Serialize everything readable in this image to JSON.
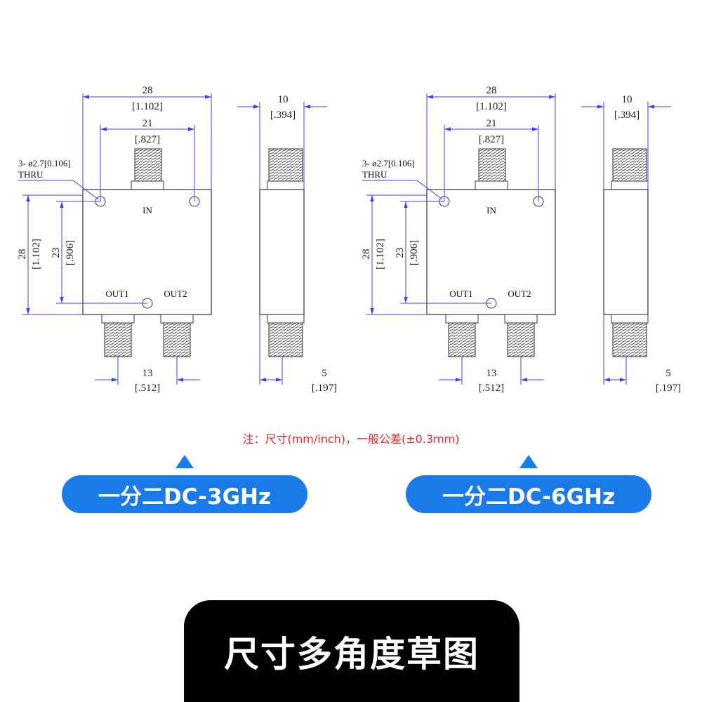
{
  "dims": {
    "width_mm": "28",
    "width_in": "[1.102]",
    "spacing_mm": "21",
    "spacing_in": "[.827]",
    "height_mm": "28",
    "height_in": "[1.102]",
    "hole_span_mm": "23",
    "hole_span_in": "[.906]",
    "out_span_mm": "13",
    "out_span_in": "[.512]",
    "depth_mm": "10",
    "depth_in": "[.394]",
    "offset_mm": "5",
    "offset_in": "[.197]",
    "hole_note_1": "3- ø2.7[0.106]",
    "hole_note_2": "THRU",
    "port_in": "IN",
    "port_out1": "OUT1",
    "port_out2": "OUT2"
  },
  "note": "注：尺寸(mm/inch)，一般公差(±0.3mm)",
  "labels": {
    "left": "一分二DC-3GHz",
    "right": "一分二DC-6GHz"
  },
  "footer": "尺寸多角度草图",
  "colors": {
    "dimension_line": "#3c3cff",
    "note": "#e8242b",
    "pill": "#1a7ae8",
    "footer": "#000000"
  }
}
